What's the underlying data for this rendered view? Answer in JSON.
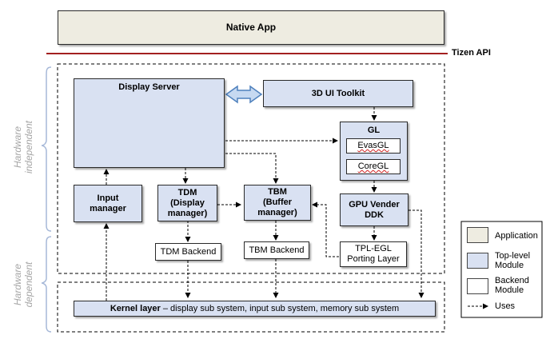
{
  "diagram": {
    "native_app": "Native App",
    "tizen_api": "Tizen API",
    "display_server": "Display Server",
    "toolkit": "3D UI Toolkit",
    "gl": {
      "title": "GL",
      "evasgl": "EvasGL",
      "coregl": "CoreGL"
    },
    "input_manager": [
      "Input",
      "manager"
    ],
    "tdm": [
      "TDM",
      "(Display",
      "manager)"
    ],
    "tbm": [
      "TBM",
      "(Buffer",
      "manager)"
    ],
    "gpu": [
      "GPU Vender",
      "DDK"
    ],
    "tdm_backend": "TDM Backend",
    "tbm_backend": "TBM Backend",
    "tpl_egl": [
      "TPL-EGL",
      "Porting Layer"
    ],
    "kernel": {
      "bold": "Kernel layer",
      "rest": " – display sub system, input sub system, memory sub system"
    },
    "side_labels": {
      "independent": [
        "Hardware",
        "independent"
      ],
      "dependent": [
        "Hardware",
        "dependent"
      ]
    }
  },
  "legend": {
    "items": [
      {
        "label": "Application",
        "color": "#eeece1"
      },
      {
        "label": "Top-level Module",
        "color": "#d9e1f2"
      },
      {
        "label": "Backend Module",
        "color": "#ffffff"
      }
    ],
    "uses": "Uses"
  }
}
